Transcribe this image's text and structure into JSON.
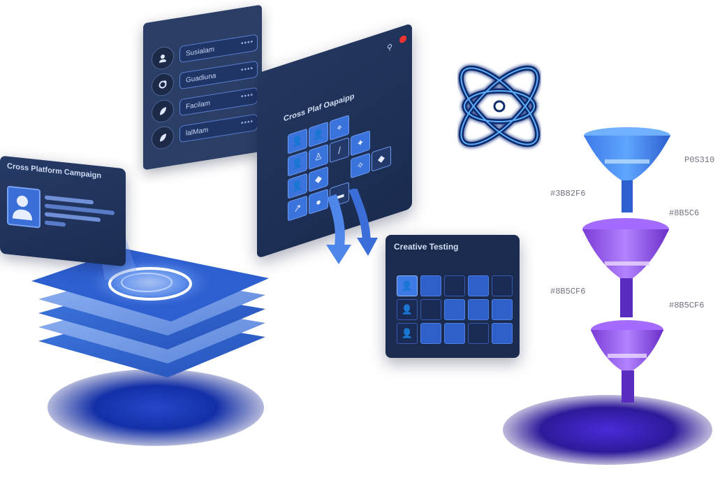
{
  "list_card": {
    "items": [
      {
        "label": "Susialam",
        "icon": "user-icon"
      },
      {
        "label": "Guadiuna",
        "icon": "refresh-icon"
      },
      {
        "label": "Facilam",
        "icon": "leaf-icon"
      },
      {
        "label": "lalMam",
        "icon": "leaf-icon"
      }
    ],
    "dots": "••••"
  },
  "campaign_card": {
    "title": "Cross Platform Campaign"
  },
  "mid_panel": {
    "title": "Cross Plaf Oapaipp",
    "tiles": [
      "👤",
      "👤",
      "⌖",
      "👤",
      "♙",
      "/",
      "✦",
      "👤",
      "◆",
      "✧",
      "◆",
      "↗",
      "●",
      "▬"
    ]
  },
  "creative_testing": {
    "title": "Creative Testing"
  },
  "funnels": {
    "labels": [
      "P0S310",
      "#3B82F6",
      "#8B5C6",
      "#8B5CF6",
      "#8B5CF6"
    ]
  },
  "colors": {
    "blue_accent": "#3B82F6",
    "purple_accent": "#8B5CF6",
    "panel_bg": "#1B2B4E"
  }
}
